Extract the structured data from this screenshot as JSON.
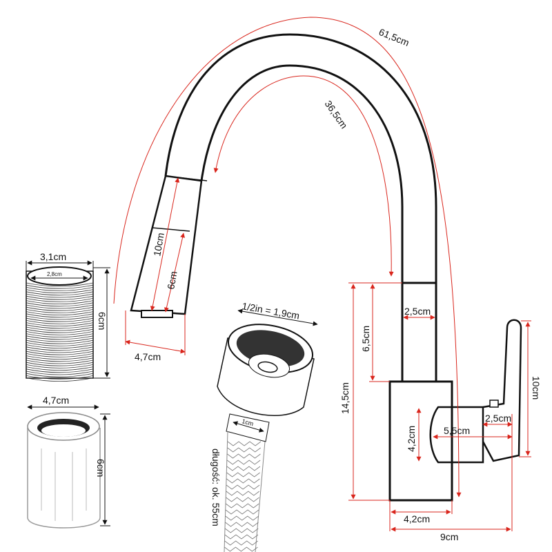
{
  "labels": {
    "spout_outer": "61,5cm",
    "spout_inner": "36,5cm",
    "nozzle_length": "10cm",
    "nozzle_band": "6cm",
    "nozzle_width": "4,7cm",
    "column_width": "2,5cm",
    "column_height": "6,5cm",
    "total_height": "14,5cm",
    "body_inner_height": "4,2cm",
    "lever_reach": "5,5cm",
    "lever_width": "2,5cm",
    "handle_height": "10cm",
    "base_width": "4,2cm",
    "total_depth": "9cm",
    "sleeve_outer": "3,1cm",
    "sleeve_inner": "2,8cm",
    "sleeve_height": "6cm",
    "nut_width": "4,7cm",
    "nut_height": "6cm",
    "thread_size": "1/2in = 1,9cm",
    "hose_diameter": "1cm",
    "hose_length": "długość: ok. 55cm"
  },
  "colors": {
    "dimension": "#d9251c",
    "outline": "#111111"
  }
}
